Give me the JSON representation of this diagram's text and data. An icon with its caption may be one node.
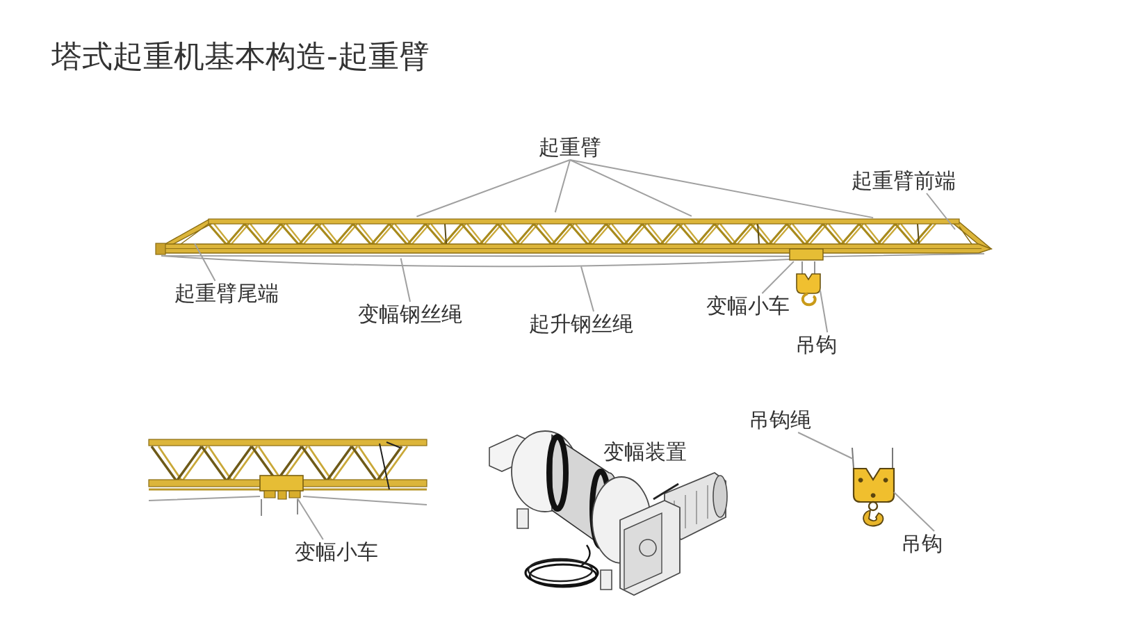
{
  "diagram": {
    "title": "塔式起重机基本构造-起重臂",
    "nodes": [
      {
        "text": [
          "起重臂"
        ]
      },
      {
        "text": [
          "起重臂前端"
        ]
      },
      {
        "text": [],
        "shape": "picture"
      },
      {
        "text": [],
        "shape": "line"
      },
      {
        "text": [],
        "shape": "line"
      },
      {
        "text": [],
        "shape": "box"
      },
      {
        "text": [],
        "shape": "picture"
      },
      {
        "text": [
          "起重臂尾端"
        ]
      },
      {
        "text": [
          "变幅钢丝绳"
        ]
      },
      {
        "text": [
          "起升钢丝绳"
        ]
      },
      {
        "text": [
          "变幅小车"
        ]
      },
      {
        "text": [
          "吊钩"
        ]
      },
      {
        "text": [],
        "shape": "box"
      },
      {
        "text": [
          "变幅小车"
        ]
      },
      {
        "text": [
          "吊钩绳"
        ]
      },
      {
        "text": [],
        "shape": "line"
      },
      {
        "text": [],
        "shape": "picture"
      },
      {
        "text": [
          "吊钩"
        ]
      }
    ],
    "edges": [
      {
        "from": 0,
        "to": 2,
        "arrow": "none"
      },
      {
        "from": 0,
        "to": 2,
        "arrow": "none"
      },
      {
        "from": 0,
        "to": 2,
        "arrow": "none"
      },
      {
        "from": 0,
        "to": 2,
        "arrow": "none"
      },
      {
        "from": 1,
        "to": 2,
        "arrow": "none"
      },
      {
        "from": 7,
        "to": 2,
        "arrow": "none"
      },
      {
        "from": 8,
        "to": 3,
        "arrow": "none"
      },
      {
        "from": 9,
        "to": 4,
        "arrow": "none"
      },
      {
        "from": 10,
        "to": 5,
        "arrow": "none"
      },
      {
        "from": 11,
        "to": 6,
        "arrow": "none"
      },
      {
        "from": 13,
        "to": 12,
        "arrow": "none"
      },
      {
        "from": 14,
        "to": 15,
        "arrow": "none"
      },
      {
        "from": 17,
        "to": 16,
        "arrow": "none"
      }
    ],
    "labels": [
      "变幅装置"
    ]
  }
}
